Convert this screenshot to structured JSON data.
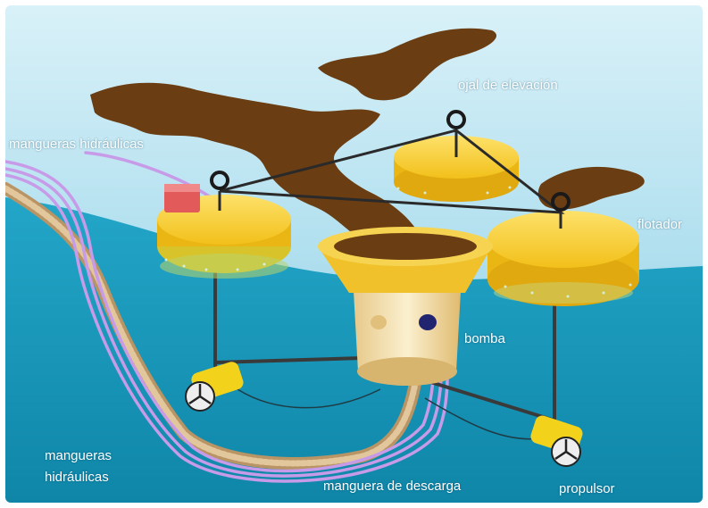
{
  "labels": {
    "hoses_top": "mangueras hidráulicas",
    "lifting_eye": "ojal de elevación",
    "float": "flotador",
    "pump": "bomba",
    "hoses_bottom_line1": "mangueras",
    "hoses_bottom_line2": "hidráulicas",
    "discharge_hose": "manguera de descarga",
    "thruster": "propulsor"
  },
  "colors": {
    "sky": "#bfe6f2",
    "water": "#1793b4",
    "float": "#f2c81a",
    "float_side": "#e3a90f",
    "pump": "#f6e3b0",
    "oil_slick": "#6b3d12",
    "hydraulic_hose": "#c79be8",
    "discharge_hose": "#d6b58a",
    "frame": "#2a2a2a",
    "label": "#ffffff"
  }
}
